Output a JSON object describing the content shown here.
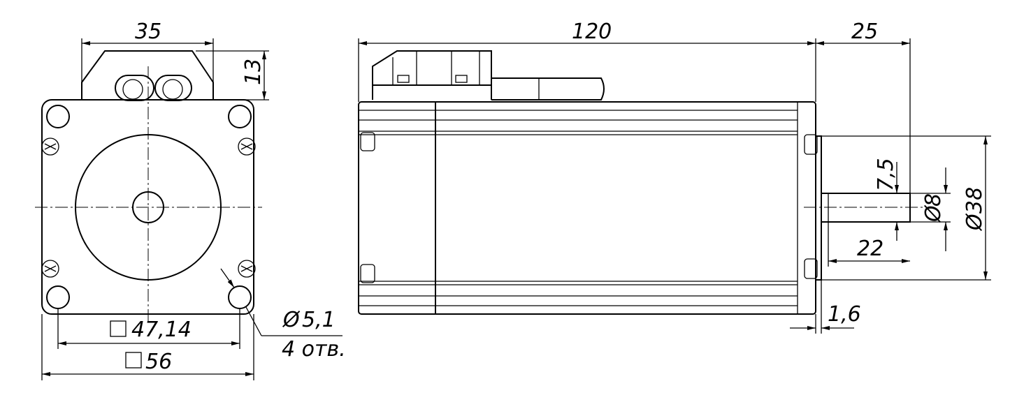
{
  "dimensions": {
    "connector_width": "35",
    "connector_height": "13",
    "bolt_square": "47,14",
    "flange_square": "56",
    "hole_diameter": "5,1",
    "hole_count": "4 отв.",
    "body_length": "120",
    "shaft_length": "25",
    "flat_depth": "7,5",
    "shaft_diameter": "8",
    "boss_diameter": "38",
    "flat_length": "22",
    "boss_height": "1,6"
  },
  "symbols": {
    "diameter": "Ø",
    "square": "□"
  }
}
